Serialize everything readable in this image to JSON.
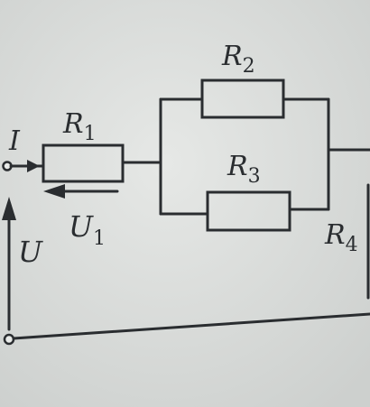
{
  "labels": {
    "current": "I",
    "voltage_source": "U",
    "r1_symbol": "R",
    "r1_sub": "1",
    "r2_symbol": "R",
    "r2_sub": "2",
    "r3_symbol": "R",
    "r3_sub": "3",
    "r4_symbol": "R",
    "r4_sub": "4",
    "u1_symbol": "U",
    "u1_sub": "1"
  },
  "colors": {
    "background": "#d9dcda",
    "ink": "#2a2d30",
    "terminal_fill": "#e8eae8"
  }
}
